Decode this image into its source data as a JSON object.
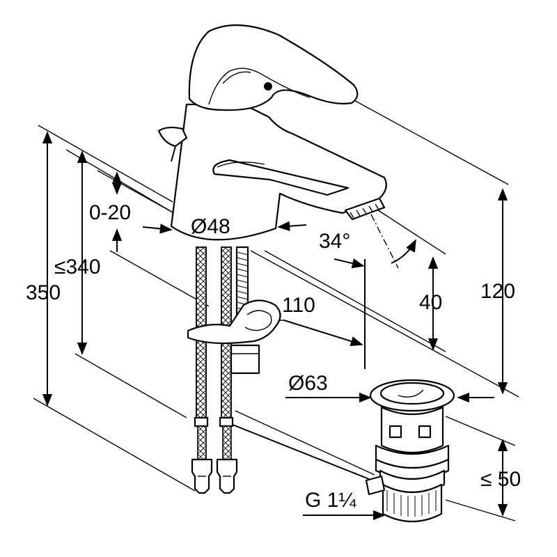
{
  "dimensions": {
    "height_total": "350",
    "height_max": "≤340",
    "clamp_range": "0-20",
    "body_diameter": "Ø48",
    "angle": "34°",
    "reach": "110",
    "spout_height": "40",
    "tap_height": "120",
    "drain_diameter": "Ø63",
    "drain_length": "≤ 50",
    "thread": "G 1¼"
  }
}
